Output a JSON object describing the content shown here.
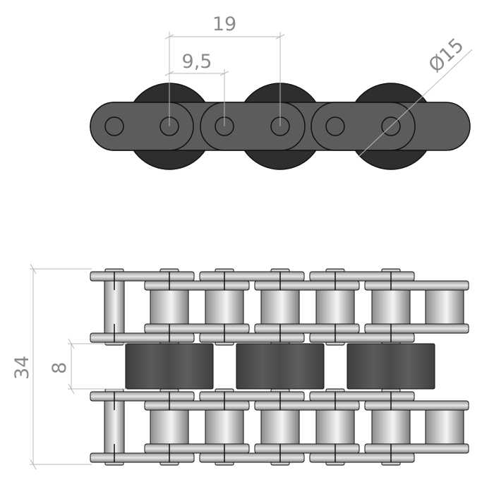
{
  "drawing": {
    "top_view": {
      "pitch_label": "19",
      "half_pitch_label": "9,5",
      "roller_diameter_label": "Ø15"
    },
    "side_view": {
      "overall_width_label": "34",
      "roller_width_label": "8"
    },
    "colors": {
      "plate_dark": "#5c5c5c",
      "roller_dark": "#2e2e2e",
      "dimension": "#8a8a8a",
      "outline": "#111111"
    }
  }
}
